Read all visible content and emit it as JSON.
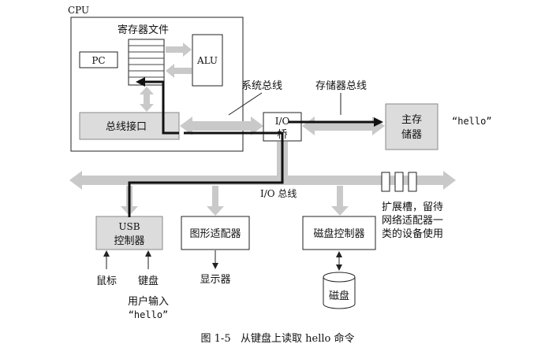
{
  "labels": {
    "cpu": "CPU",
    "register_file": "寄存器文件",
    "pc": "PC",
    "alu": "ALU",
    "bus_interface": "总线接口",
    "system_bus": "系统总线",
    "memory_bus": "存储器总线",
    "io_bridge_line1": "I/O",
    "io_bridge_line2": "桥",
    "main_memory_line1": "主存",
    "main_memory_line2": "储器",
    "hello_mem": "“hello”",
    "io_bus": "I/O 总线",
    "usb_line1": "USB",
    "usb_line2": "控制器",
    "graphics_adapter": "图形适配器",
    "disk_controller": "磁盘控制器",
    "expansion_line1": "扩展槽，留待",
    "expansion_line2": "网络适配器一",
    "expansion_line3": "类的设备使用",
    "mouse": "鼠标",
    "keyboard": "键盘",
    "display": "显示器",
    "disk": "磁盘",
    "user_input": "用户输入",
    "hello_input": "“hello”"
  },
  "caption": "图 1-5   从键盘上读取 hello 命令"
}
